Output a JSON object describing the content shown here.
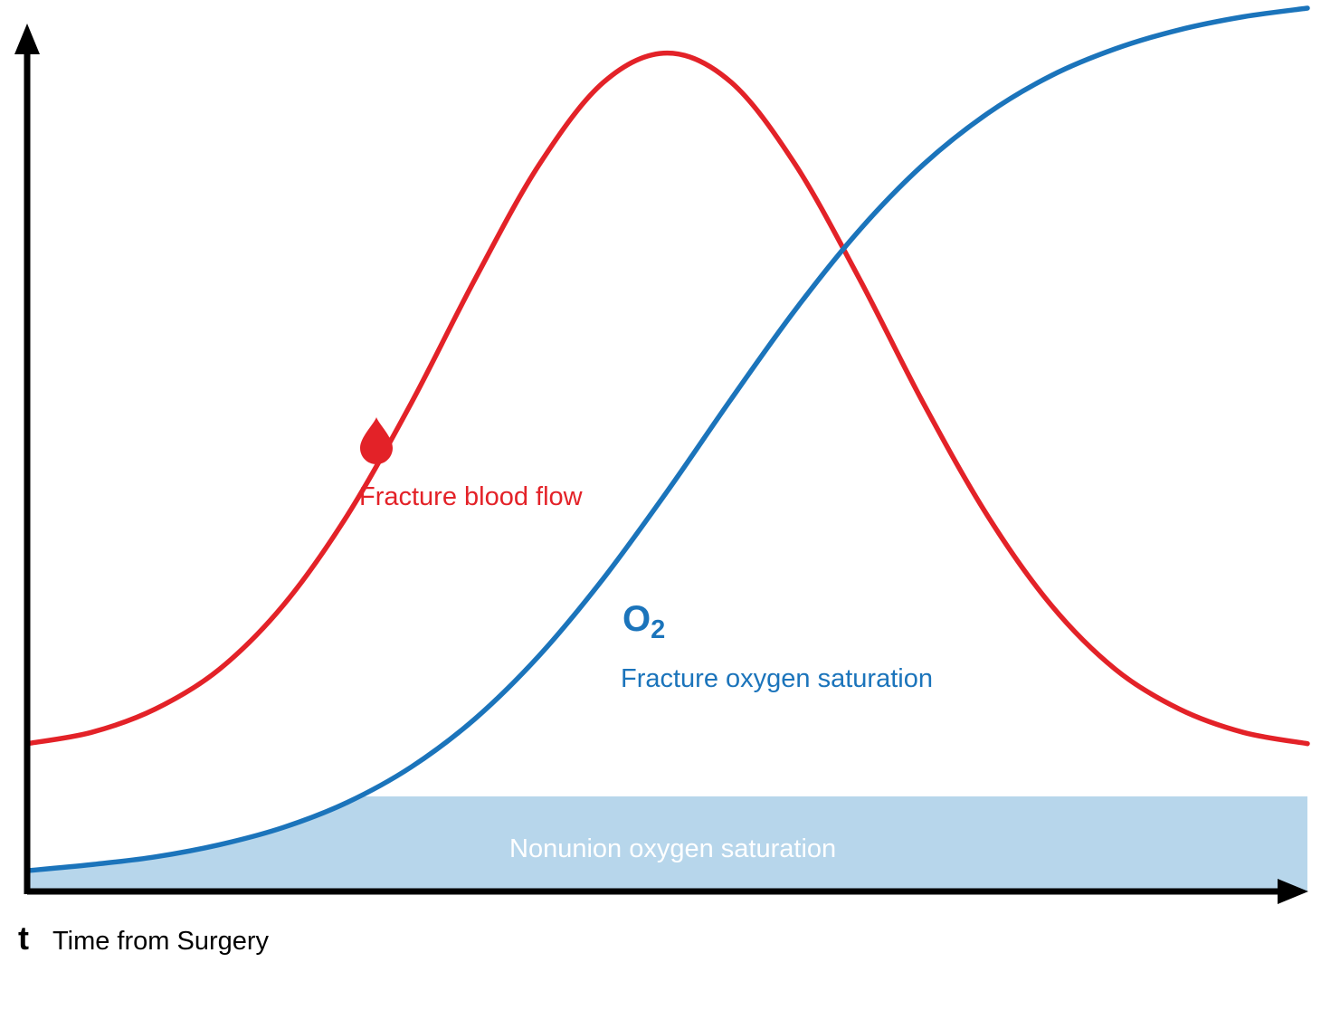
{
  "colors": {
    "blood_flow": "#e32228",
    "oxygen": "#1b74bb",
    "band": "#b7d6eb",
    "band_label_text": "#ffffff",
    "axis": "#000000"
  },
  "labels": {
    "blood_flow": "Fracture blood flow",
    "oxygen_symbol": "O",
    "oxygen_subscript": "2",
    "oxygen": "Fracture oxygen saturation",
    "band": "Nonunion oxygen saturation",
    "x_axis_symbol": "t",
    "x_axis": "Time from Surgery"
  },
  "chart_data": {
    "type": "line",
    "title": "",
    "xlabel": "Time from Surgery",
    "x_symbol": "t",
    "ylabel": "",
    "x_range": [
      0,
      1
    ],
    "y_range": [
      0,
      1
    ],
    "grid": false,
    "ticks": "none",
    "x": [
      0,
      0.05,
      0.1,
      0.15,
      0.2,
      0.25,
      0.3,
      0.35,
      0.4,
      0.45,
      0.5,
      0.55,
      0.6,
      0.65,
      0.7,
      0.75,
      0.8,
      0.85,
      0.9,
      0.95,
      1
    ],
    "series": [
      {
        "name": "Fracture blood flow",
        "shape": "bell",
        "color": "#e32228",
        "values": [
          0.171,
          0.184,
          0.211,
          0.257,
          0.331,
          0.435,
          0.565,
          0.709,
          0.841,
          0.936,
          0.97,
          0.936,
          0.841,
          0.709,
          0.565,
          0.435,
          0.331,
          0.257,
          0.211,
          0.184,
          0.171
        ]
      },
      {
        "name": "Fracture oxygen saturation",
        "shape": "sigmoid",
        "color": "#1b74bb",
        "values": [
          0.024,
          0.031,
          0.04,
          0.054,
          0.074,
          0.103,
          0.144,
          0.2,
          0.273,
          0.362,
          0.463,
          0.57,
          0.673,
          0.765,
          0.841,
          0.9,
          0.944,
          0.975,
          0.997,
          1.012,
          1.022
        ]
      }
    ],
    "band": {
      "label": "Nonunion oxygen saturation",
      "top": 0.11,
      "color": "#b7d6eb",
      "bounded_left_by": "Fracture oxygen saturation"
    }
  }
}
